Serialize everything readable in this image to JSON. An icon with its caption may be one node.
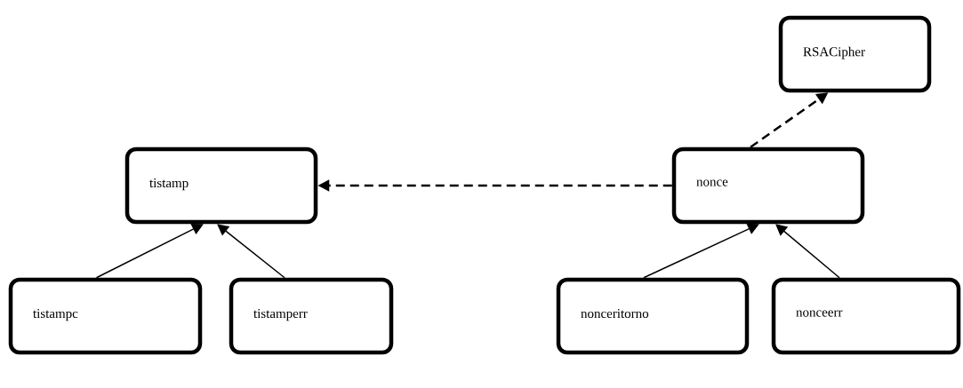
{
  "diagram": {
    "nodes": [
      {
        "text": [
          "RSACipher"
        ]
      },
      {
        "text": [
          "tistamp"
        ]
      },
      {
        "text": [
          "nonce"
        ]
      },
      {
        "text": [
          "tistampc"
        ]
      },
      {
        "text": [
          "tistamperr"
        ]
      },
      {
        "text": [
          "nonceritorno"
        ]
      },
      {
        "text": [
          "nonceerr"
        ]
      }
    ],
    "edges": [
      {
        "from": 2,
        "to": 0,
        "arrow": "to",
        "style": "dashed"
      },
      {
        "from": 2,
        "to": 1,
        "arrow": "to",
        "style": "dashed"
      },
      {
        "from": 3,
        "to": 1,
        "arrow": "to"
      },
      {
        "from": 4,
        "to": 1,
        "arrow": "to"
      },
      {
        "from": 5,
        "to": 2,
        "arrow": "to"
      },
      {
        "from": 6,
        "to": 2,
        "arrow": "to"
      }
    ]
  }
}
